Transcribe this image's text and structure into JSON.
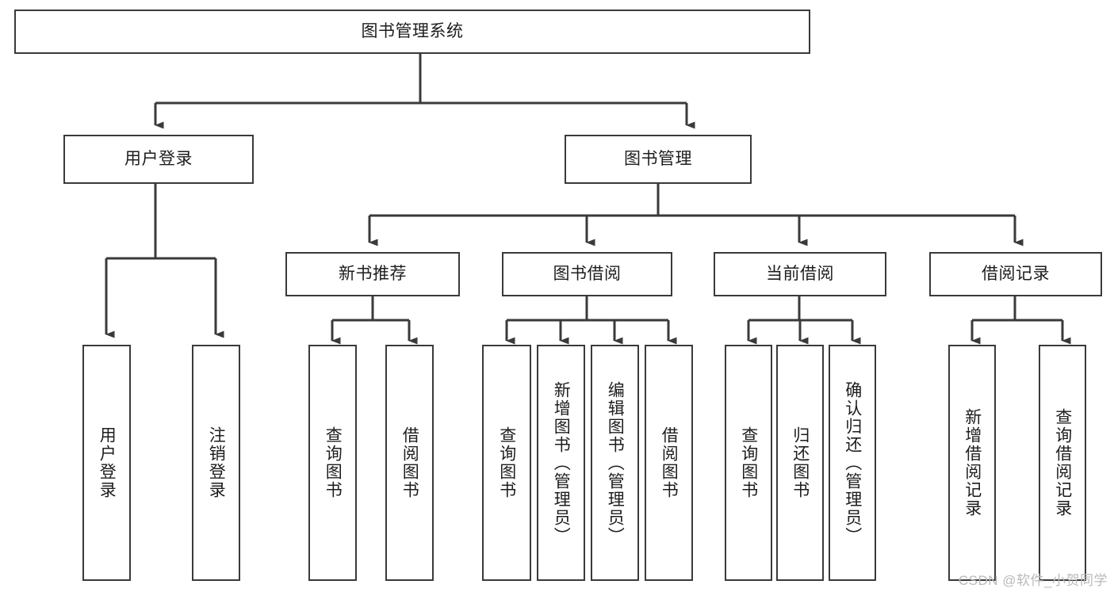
{
  "diagram": {
    "title": "图书管理系统",
    "type": "tree-hierarchy",
    "background_color": "#ffffff",
    "border_color": "#3a3a3a",
    "text_color": "#1d1d1d"
  },
  "nodes": {
    "root": "图书管理系统",
    "level2": {
      "user_login": "用户登录",
      "book_management": "图书管理"
    },
    "level3": {
      "new_book_recommend": "新书推荐",
      "book_borrow": "图书借阅",
      "current_borrow": "当前借阅",
      "borrow_record": "借阅记录"
    },
    "leaves": {
      "user_login_children": [
        "用户登录",
        "注销登录"
      ],
      "new_book_recommend_children": [
        "查询图书",
        "借阅图书"
      ],
      "book_borrow_children": [
        "查询图书",
        "新增图书（管理员）",
        "编辑图书（管理员）",
        "借阅图书"
      ],
      "current_borrow_children": [
        "查询图书",
        "归还图书",
        "确认归还（管理员）"
      ],
      "borrow_record_children": [
        "新增借阅记录",
        "查询借阅记录"
      ]
    }
  },
  "watermark": {
    "text": "CSDN @软件_小贺同学"
  }
}
